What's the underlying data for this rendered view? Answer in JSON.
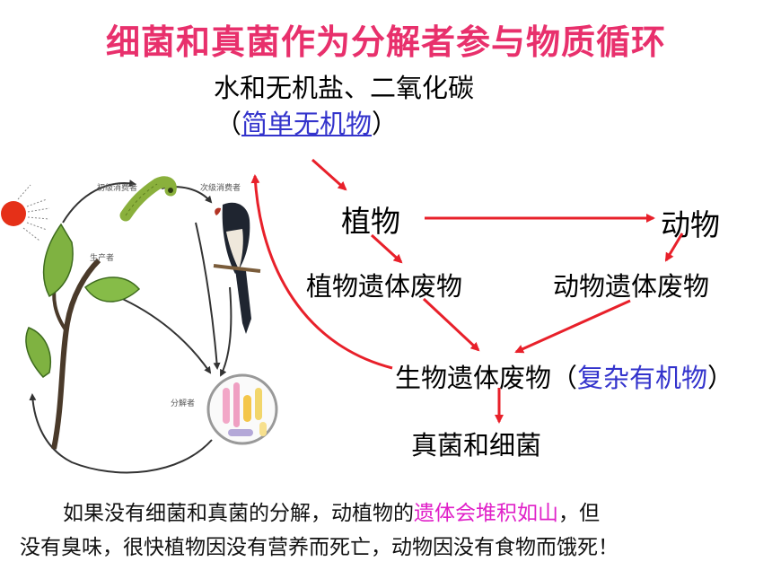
{
  "title": "细菌和真菌作为分解者参与物质循环",
  "top": {
    "line1": "水和无机盐、二氧化碳",
    "paren_open": "（",
    "simple_inorganic": "简单无机物",
    "paren_close": "）"
  },
  "nodes": {
    "plant": "植物",
    "animal": "动物",
    "plant_waste": "植物遗体废物",
    "animal_waste": "动物遗体废物",
    "bio_waste": "生物遗体废物",
    "complex_open": "（",
    "complex_organic": "复杂有机物",
    "complex_close": "）",
    "decomposer": "真菌和细菌"
  },
  "cycle_labels": {
    "primary_consumer": "初级消费者",
    "secondary_consumer": "次级消费者",
    "producer": "生产者",
    "decomposer": "分解者"
  },
  "bottom": {
    "part1": "如果没有细菌和真菌的分解，动植物的",
    "highlight": "遗体会堆积如山",
    "part2": "，但",
    "line2": "没有臭味，很快植物因没有营养而死亡，动物因没有食物而饿死！"
  },
  "colors": {
    "title": "#e8306c",
    "arrow": "#e8202a",
    "emphasis_blue": "#3333cc",
    "highlight_magenta": "#e020c8"
  }
}
